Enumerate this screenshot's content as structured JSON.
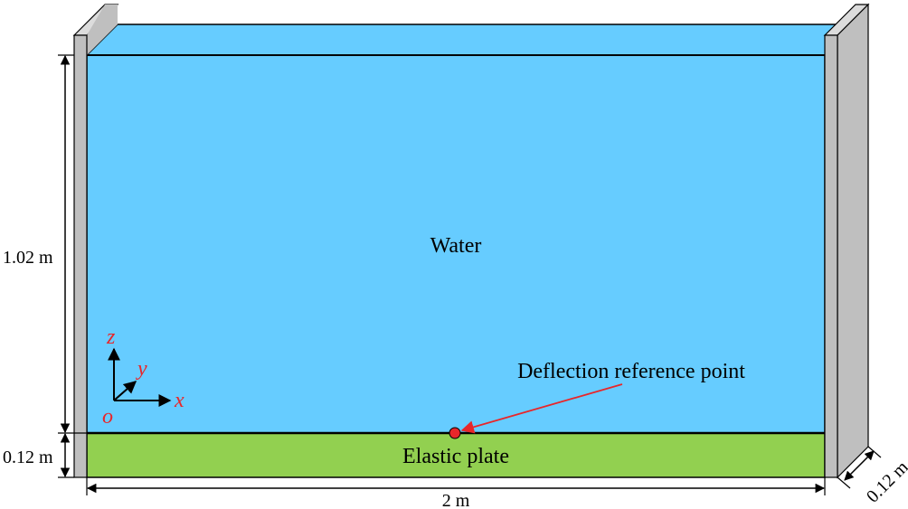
{
  "labels": {
    "water": "Water",
    "plate": "Elastic plate",
    "reference_point": "Deflection reference point"
  },
  "dimensions": {
    "water_height": "1.02 m",
    "plate_thickness": "0.12 m",
    "tank_length": "2 m",
    "tank_width": "0.12 m"
  },
  "axes": {
    "z": "z",
    "y": "y",
    "x": "x",
    "origin": "o"
  },
  "colors": {
    "water": "#66ccff",
    "water_top": "#66ccff",
    "plate": "#92d050",
    "wall": "#bfbfbf",
    "wall_top": "#dcdcdc",
    "accent": "#e8262a",
    "ink": "#000000"
  }
}
